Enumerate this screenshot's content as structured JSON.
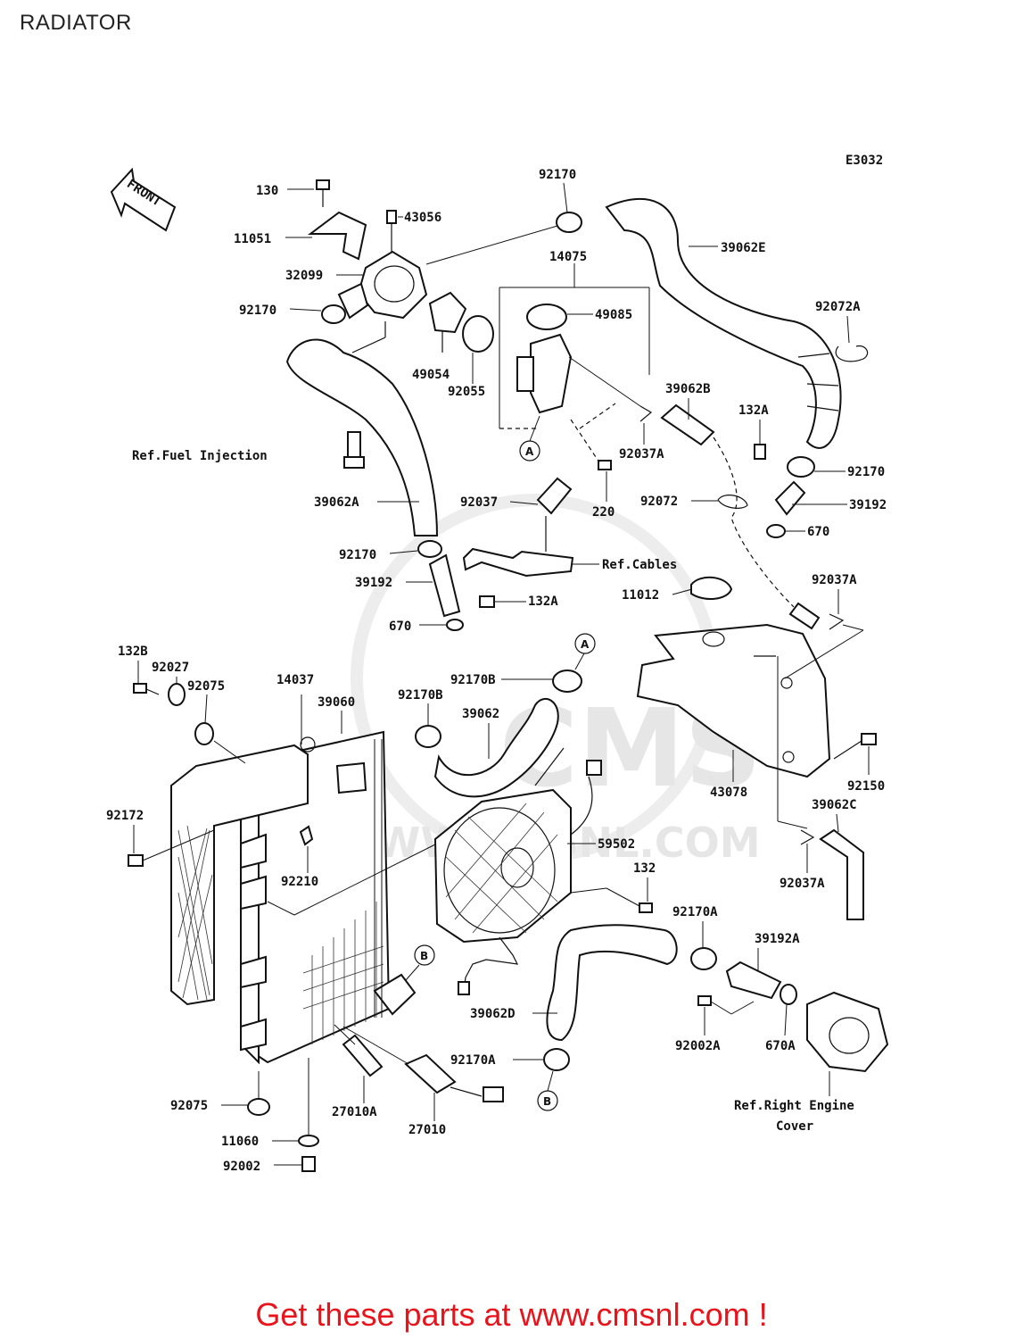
{
  "page": {
    "title": "RADIATOR",
    "diagram_code": "E3032",
    "front_label": "FRONT",
    "footer_link": "Get these parts at www.cmsnl.com !",
    "watermark": "WWW.CMSNL.COM",
    "watermark_logo": "CMS"
  },
  "labels": {
    "l_130": "130",
    "l_11051": "11051",
    "l_43056": "43056",
    "l_32099": "32099",
    "l_92170_top": "92170",
    "l_92170_left": "92170",
    "l_14075": "14075",
    "l_39062E": "39062E",
    "l_49085": "49085",
    "l_92072A": "92072A",
    "l_49054": "49054",
    "l_92055": "92055",
    "l_39062B": "39062B",
    "l_132A_top": "132A",
    "l_92037A_mid": "92037A",
    "l_92170_right": "92170",
    "l_39062A": "39062A",
    "l_92037": "92037",
    "l_220": "220",
    "l_92072": "92072",
    "l_39192_right": "39192",
    "l_670_right": "670",
    "l_92170_mid": "92170",
    "l_39192_mid": "39192",
    "l_132A_mid": "132A",
    "l_670_mid": "670",
    "l_11012": "11012",
    "l_92037A_right": "92037A",
    "l_132B": "132B",
    "l_92027": "92027",
    "l_92075_top": "92075",
    "l_14037": "14037",
    "l_39060": "39060",
    "l_92170B_a": "92170B",
    "l_92170B_b": "92170B",
    "l_39062": "39062",
    "l_43078": "43078",
    "l_92150": "92150",
    "l_39062C": "39062C",
    "l_92172": "92172",
    "l_92210": "92210",
    "l_59502": "59502",
    "l_132": "132",
    "l_92037A_low": "92037A",
    "l_92170A_a": "92170A",
    "l_39192A": "39192A",
    "l_39062D": "39062D",
    "l_92002A": "92002A",
    "l_670A": "670A",
    "l_92170A_b": "92170A",
    "l_92075_bot": "92075",
    "l_27010A": "27010A",
    "l_27010": "27010",
    "l_11060": "11060",
    "l_92002": "92002"
  },
  "refs": {
    "fuel_injection": "Ref.Fuel Injection",
    "cables": "Ref.Cables",
    "right_engine_cover_1": "Ref.Right Engine",
    "right_engine_cover_2": "Cover"
  },
  "markers": {
    "a1": "A",
    "a2": "A",
    "b1": "B",
    "b2": "B"
  }
}
